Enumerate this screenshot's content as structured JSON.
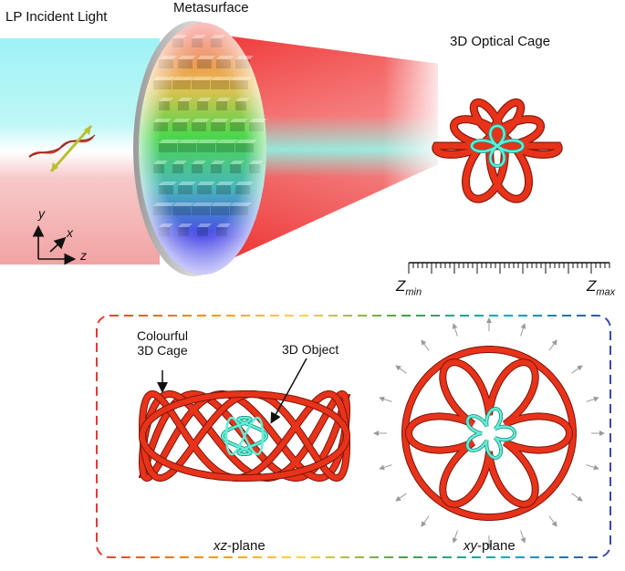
{
  "labels": {
    "incident": "LP Incident Light",
    "metasurface": "Metasurface",
    "optical_cage": "3D Optical Cage",
    "zmin_main": "Z",
    "zmin_sub": "min",
    "zmax_main": "Z",
    "zmax_sub": "max",
    "axis_y": "y",
    "axis_x": "x",
    "axis_z": "z",
    "colourful_line1": "Colourful",
    "colourful_line2": "3D Cage",
    "object_3d": "3D Object",
    "xz_italic": "xz",
    "xz_rest": "-plane",
    "xy_italic": "xy",
    "xy_rest": "-plane"
  },
  "colors": {
    "cage_red": "#e8331a",
    "object_cyan": "#5ff0d8",
    "beam_cyan": "#a8f4f6",
    "beam_pink": "#f4aaaa",
    "cone_red": "#f03838",
    "dashed_gradient": [
      "#e53935",
      "#fb8c00",
      "#fdd835",
      "#43a047",
      "#00acc1",
      "#3949ab"
    ]
  }
}
